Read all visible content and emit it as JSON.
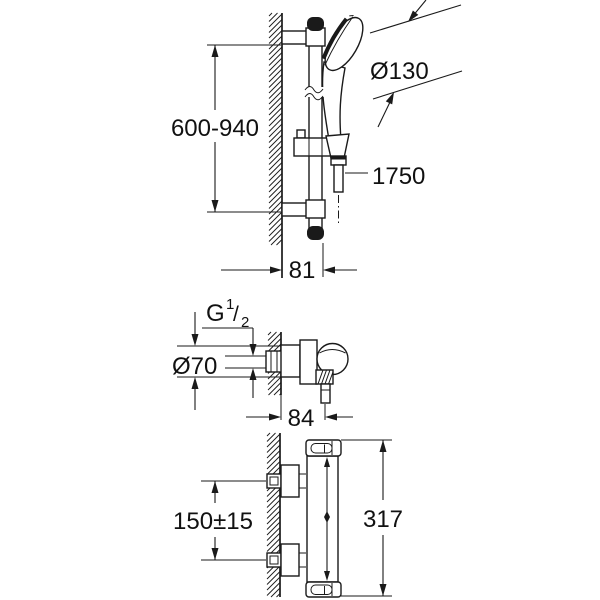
{
  "drawing": {
    "title": "shower-set-dimension-drawing",
    "labels": {
      "rail_height": "600-940",
      "head_diameter": "Ø130",
      "hose_length": "1750",
      "rail_depth": "81",
      "thread_g": "G",
      "thread_num": "1",
      "thread_slash": "/",
      "thread_den": "2",
      "escutcheon_diameter": "Ø70",
      "valve_depth": "84",
      "connection_spacing": "150±15",
      "body_height": "317"
    }
  }
}
